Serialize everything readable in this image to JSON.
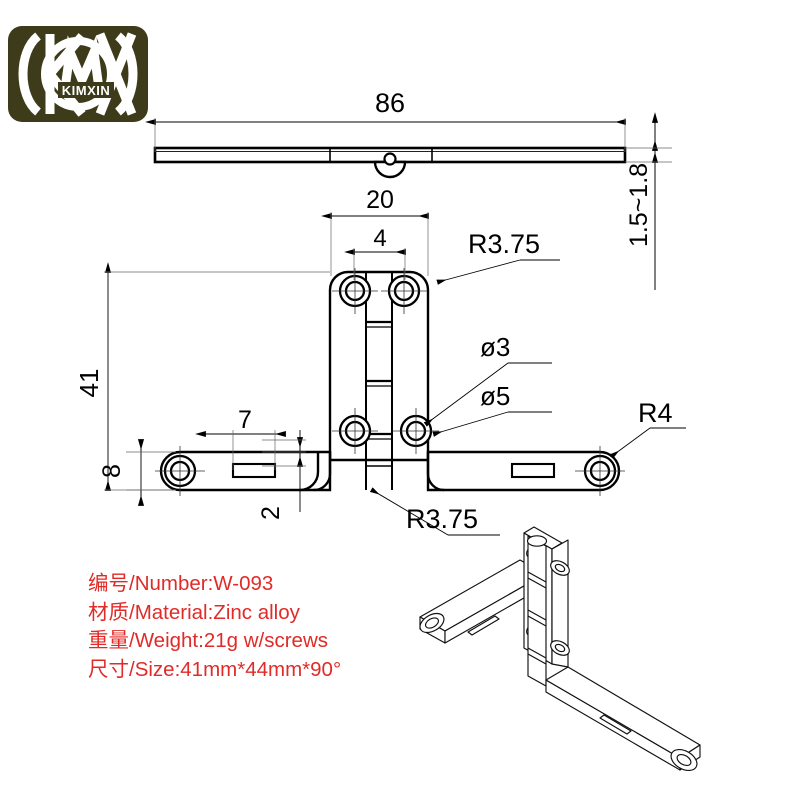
{
  "logo": {
    "brand_text": "KIMXIN",
    "mark_letters": "KMX",
    "bg_color": "#3d3b1a",
    "fg_color": "#ffffff"
  },
  "drawing": {
    "line_color": "#000000",
    "thin_line_color": "#555555",
    "top_view": {
      "overall_length_label": "86",
      "thickness_label": "1.5~1.8"
    },
    "front_view": {
      "knuckle_span_label": "20",
      "knuckle_segment_label": "4",
      "leaf_height_label": "41",
      "arm_width_label": "8",
      "slot_length_label": "7",
      "step_label": "2",
      "corner_radius_top_label": "R3.75",
      "corner_radius_bottom_label": "R3.75",
      "end_radius_label": "R4",
      "hole_small_label": "ø3",
      "hole_large_label": "ø5"
    }
  },
  "spec": {
    "text_color": "#e02b28",
    "lines": [
      "编号/Number:W-093",
      "材质/Material:Zinc alloy",
      "重量/Weight:21g w/screws",
      "尺寸/Size:41mm*44mm*90°"
    ],
    "number_label": "编号/Number:W-093",
    "material_label": "材质/Material:Zinc alloy",
    "weight_label": "重量/Weight:21g w/screws",
    "size_label": "尺寸/Size:41mm*44mm*90°"
  },
  "iso_view": {
    "caption": ""
  }
}
